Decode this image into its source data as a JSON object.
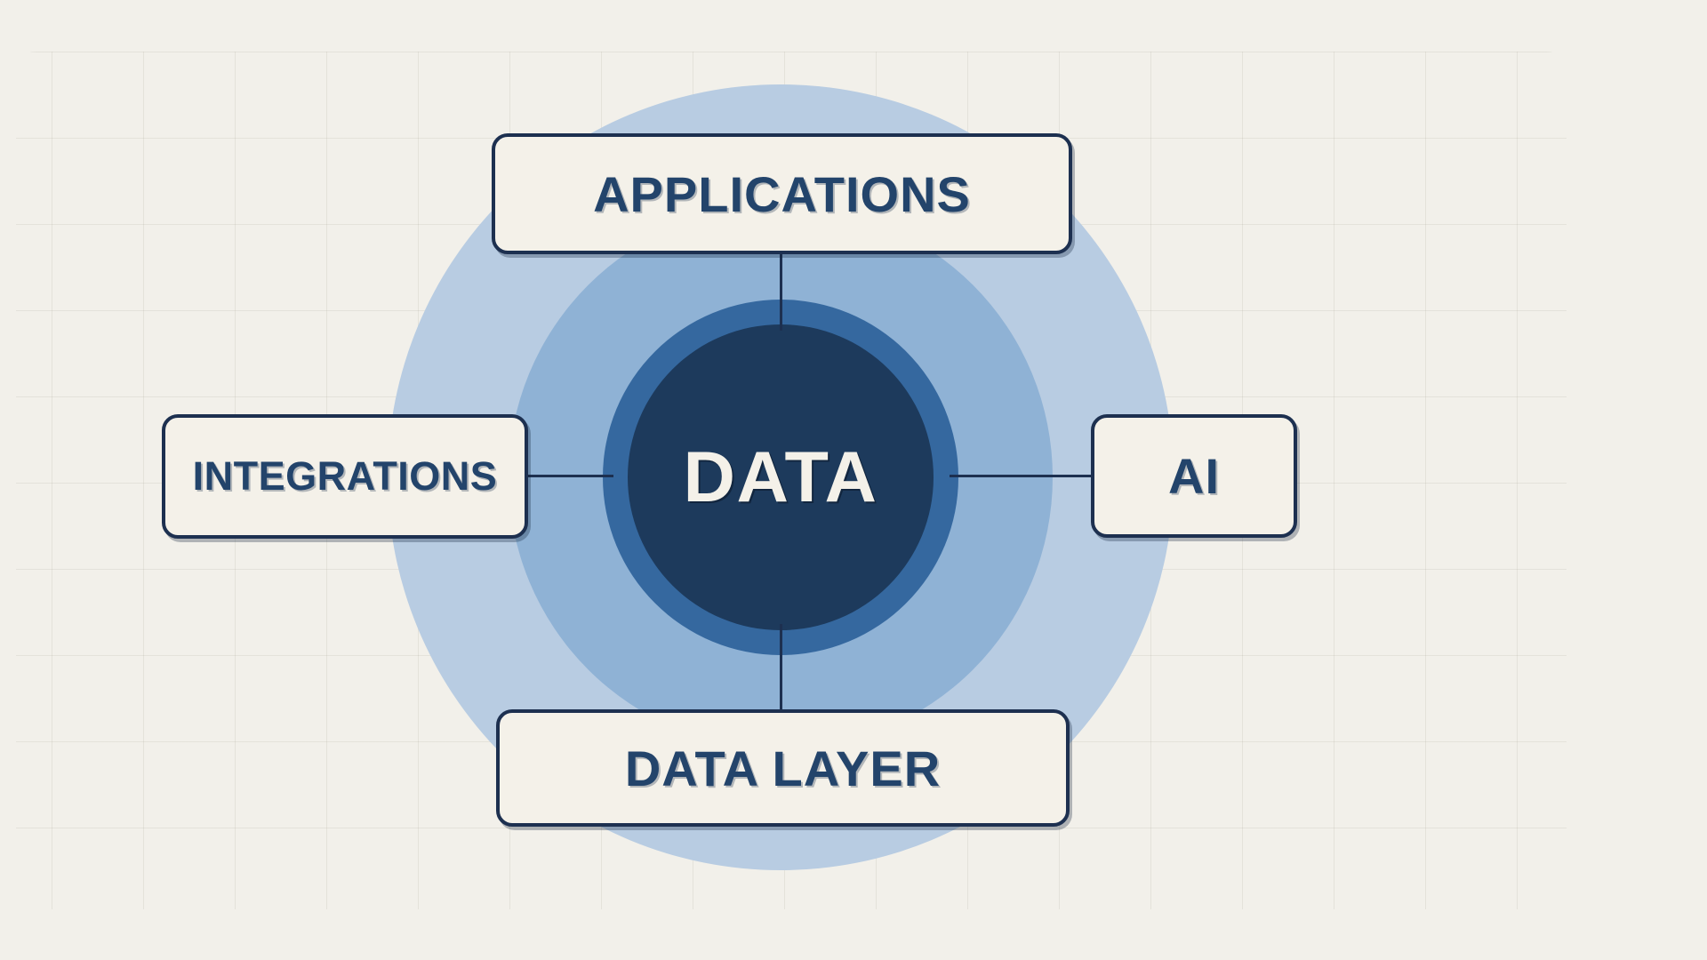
{
  "diagram": {
    "title": "Data-centric architecture hub-and-spoke diagram",
    "center": {
      "label": "DATA",
      "core_color": "#1d3a5c",
      "accent_ring_color": "#35689f",
      "middle_ring_color": "#8fb2d5",
      "outer_ring_color": "#b8cce2",
      "label_color": "#f4f1e9"
    },
    "nodes": [
      {
        "id": "applications",
        "label": "APPLICATIONS",
        "position": "top"
      },
      {
        "id": "integrations",
        "label": "INTEGRATIONS",
        "position": "left"
      },
      {
        "id": "ai",
        "label": "AI",
        "position": "right"
      },
      {
        "id": "datalayer",
        "label": "DATA LAYER",
        "position": "bottom"
      }
    ],
    "connectors": [
      {
        "id": "connector-top",
        "from": "applications",
        "to": "center"
      },
      {
        "id": "connector-left",
        "from": "integrations",
        "to": "center"
      },
      {
        "id": "connector-right",
        "from": "center",
        "to": "ai"
      },
      {
        "id": "connector-bottom",
        "from": "center",
        "to": "datalayer"
      }
    ],
    "style": {
      "background_color": "#f2f0ea",
      "node_fill": "#f4f1e9",
      "node_border": "#1d3050",
      "node_text": "#23446b",
      "connector_color": "#1d3050",
      "grid_line_color": "#8c8778"
    }
  }
}
